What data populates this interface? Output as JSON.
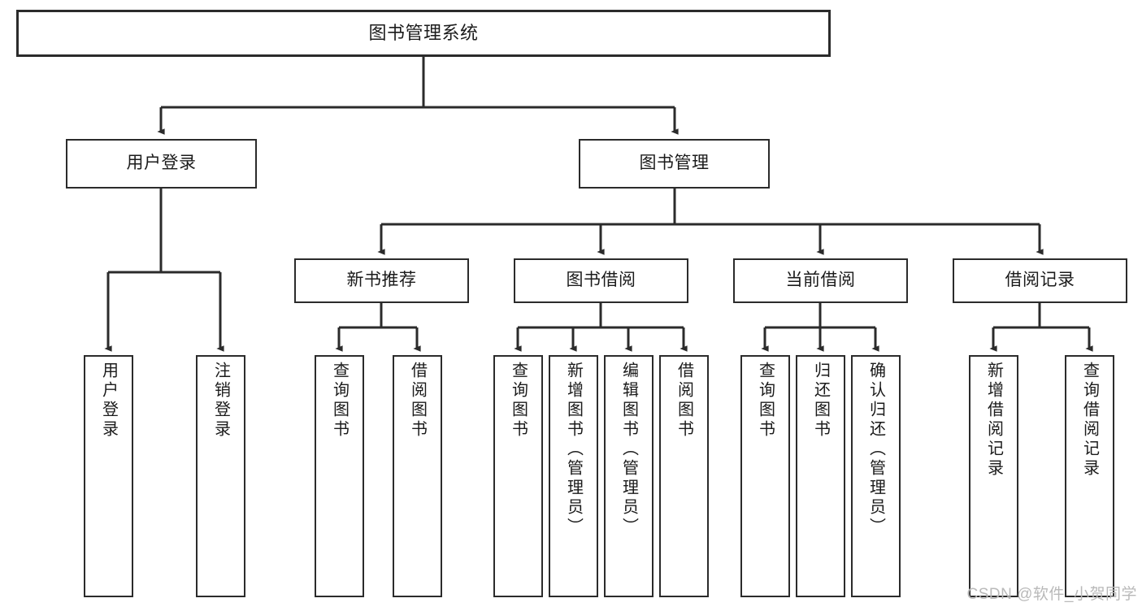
{
  "diagram": {
    "title": "图书管理系统",
    "type": "tree-hierarchy-chart",
    "colors": {
      "box_border": "#2b2b2b",
      "box_fill": "#ffffff",
      "connector": "#2b2b2b",
      "background": "#ffffff",
      "watermark": "#b9b9b9"
    },
    "watermark": "CSDN @软件_小贺同学",
    "nodes": {
      "root": {
        "label": "图书管理系统"
      },
      "level2": [
        {
          "label": "用户登录"
        },
        {
          "label": "图书管理"
        }
      ],
      "level3": [
        {
          "label": "新书推荐"
        },
        {
          "label": "图书借阅"
        },
        {
          "label": "当前借阅"
        },
        {
          "label": "借阅记录"
        }
      ],
      "leaves": {
        "user_login": [
          {
            "label": "用户登录"
          },
          {
            "label": "注销登录"
          }
        ],
        "new_book_recommend": [
          {
            "label": "查询图书"
          },
          {
            "label": "借阅图书"
          }
        ],
        "book_borrow": [
          {
            "label": "查询图书"
          },
          {
            "label": "新增图书（管理员）"
          },
          {
            "label": "编辑图书（管理员）"
          },
          {
            "label": "借阅图书"
          }
        ],
        "current_borrow": [
          {
            "label": "查询图书"
          },
          {
            "label": "归还图书"
          },
          {
            "label": "确认归还（管理员）"
          }
        ],
        "borrow_records": [
          {
            "label": "新增借阅记录"
          },
          {
            "label": "查询借阅记录"
          }
        ]
      }
    }
  }
}
